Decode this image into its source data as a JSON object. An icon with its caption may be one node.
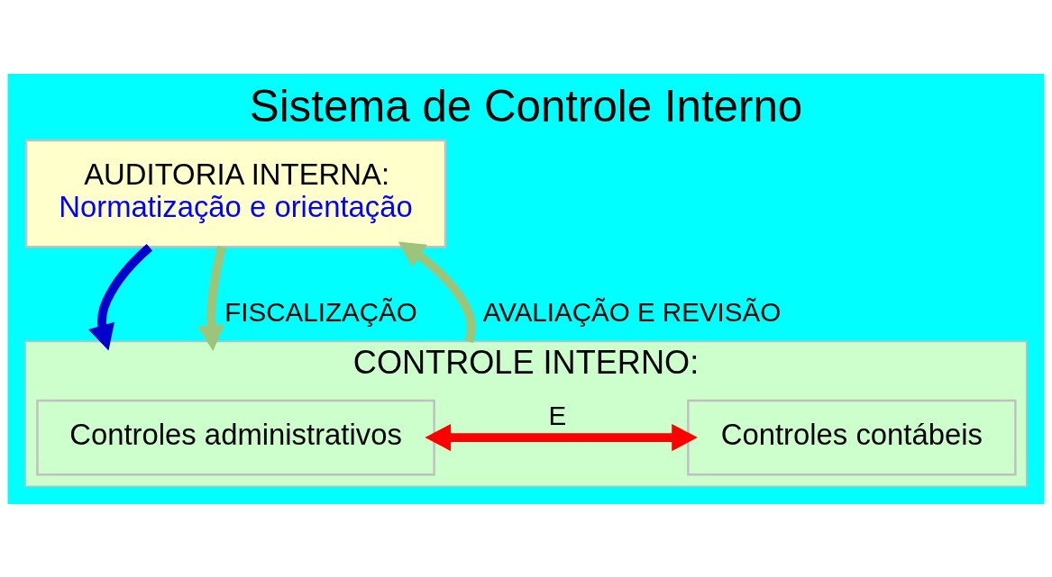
{
  "diagram": {
    "title": "Sistema de Controle Interno",
    "nodes": [
      {
        "text": [
          "AUDITORIA INTERNA:",
          "Normatização e orientação"
        ]
      },
      {
        "text": [
          "CONTROLE INTERNO:"
        ]
      },
      {
        "text": [
          "Controles administrativos"
        ],
        "in": 1
      },
      {
        "text": [
          "Controles contábeis"
        ],
        "in": 1
      }
    ],
    "edges": [
      {
        "from": 0,
        "to": 1,
        "arrow": "to",
        "color": "#0000cc"
      },
      {
        "from": 0,
        "to": 1,
        "arrow": "to",
        "label": "FISCALIZAÇÃO",
        "color": "#9cc47a"
      },
      {
        "from": 1,
        "to": 0,
        "arrow": "to",
        "label": "AVALIAÇÃO E REVISÃO",
        "color": "#9cc47a"
      },
      {
        "from": 2,
        "to": 3,
        "arrow": "both",
        "label": "E",
        "color": "#ff0000"
      }
    ]
  }
}
